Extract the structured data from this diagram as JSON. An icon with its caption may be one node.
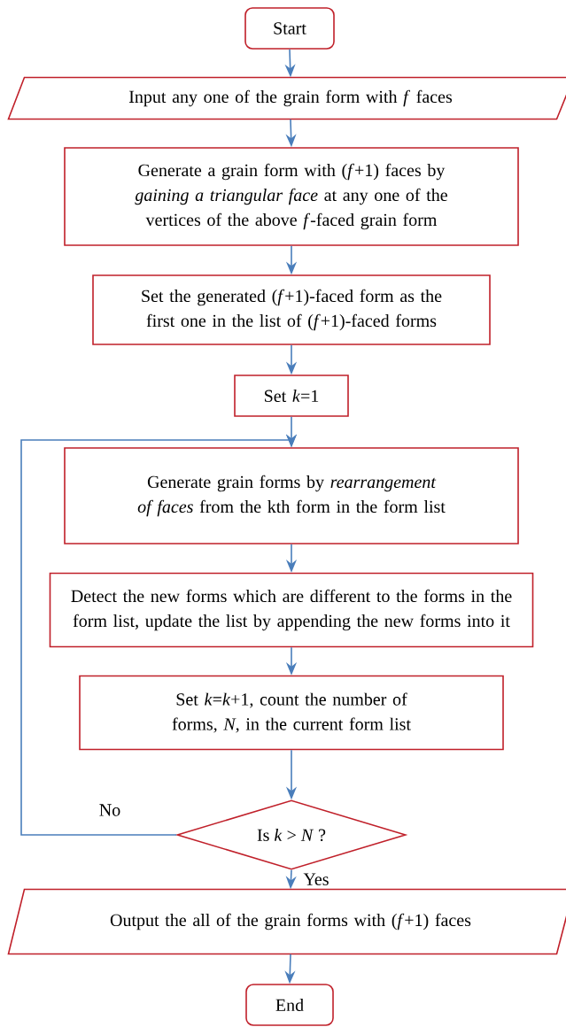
{
  "diagram": {
    "nodes": [
      {
        "text": [
          "Start"
        ]
      },
      {
        "text": [
          "Input any one of the grain form with *f* faces"
        ]
      },
      {
        "text": [
          "Generate a grain form with (*f*+1) faces by *gaining a triangular face* at any one of the vertices of the above *f*-faced grain form"
        ]
      },
      {
        "text": [
          "Set the generated (*f*+1)-faced form as the first one in the list of (*f*+1)-faced forms"
        ]
      },
      {
        "text": [
          "Set *k*=1"
        ]
      },
      {
        "text": [
          "Generate grain forms by *rearrangement of faces* from the kth form in the form list"
        ]
      },
      {
        "text": [
          "Detect the new forms which are different to the forms in the form list, update the list by appending the new forms into it"
        ]
      },
      {
        "text": [
          "Set *k*=*k*+1, count the number of forms, *N*, in the current form list"
        ]
      },
      {
        "text": [
          "Is *k* > *N* ?"
        ]
      },
      {
        "text": [
          "Output the all of the grain forms with (*f*+1) faces"
        ]
      },
      {
        "text": [
          "End"
        ]
      }
    ],
    "edges": [
      {
        "from": 0,
        "to": 1,
        "arrow": "to"
      },
      {
        "from": 1,
        "to": 2,
        "arrow": "to"
      },
      {
        "from": 2,
        "to": 3,
        "arrow": "to"
      },
      {
        "from": 3,
        "to": 4,
        "arrow": "to"
      },
      {
        "from": 4,
        "to": 5,
        "arrow": "to"
      },
      {
        "from": 5,
        "to": 6,
        "arrow": "to"
      },
      {
        "from": 6,
        "to": 7,
        "arrow": "to"
      },
      {
        "from": 7,
        "to": 8,
        "arrow": "to"
      },
      {
        "from": 8,
        "to": 5,
        "label": "No",
        "arrow": "to"
      },
      {
        "from": 8,
        "to": 9,
        "label": "Yes",
        "arrow": "to"
      },
      {
        "from": 9,
        "to": 10,
        "arrow": "to"
      }
    ]
  }
}
